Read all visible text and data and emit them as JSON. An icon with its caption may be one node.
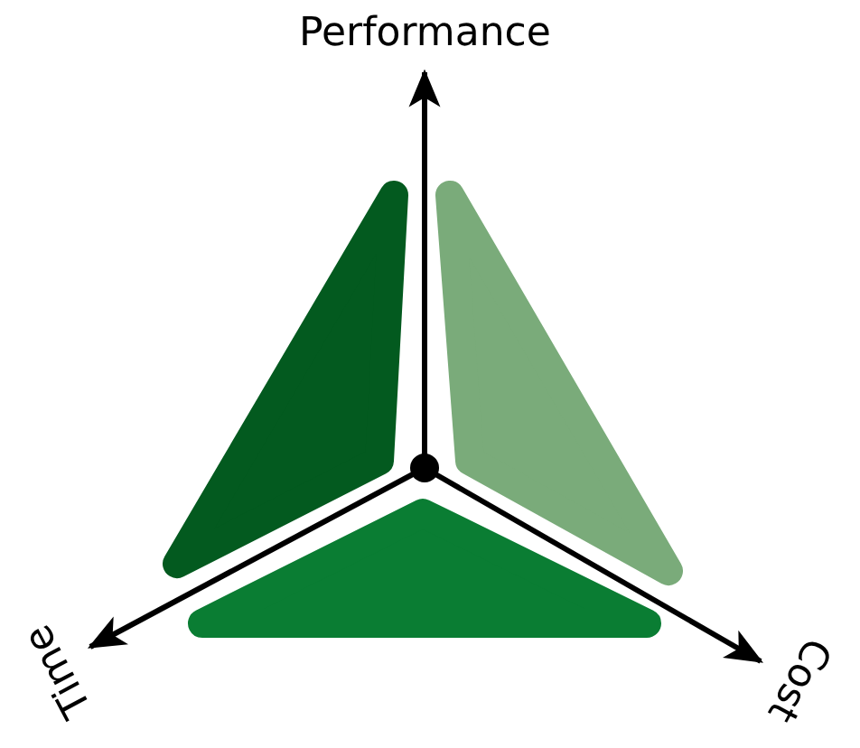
{
  "diagram": {
    "nodes": [
      {
        "text": [],
        "shape": "circle"
      },
      {
        "text": [
          "Performance"
        ]
      },
      {
        "text": [
          "Time"
        ]
      },
      {
        "text": [
          "Cost"
        ]
      }
    ],
    "edges": [
      {
        "from": 0,
        "to": 1,
        "arrow": "to"
      },
      {
        "from": 0,
        "to": 2,
        "arrow": "to"
      },
      {
        "from": 0,
        "to": 3,
        "arrow": "to"
      }
    ]
  }
}
